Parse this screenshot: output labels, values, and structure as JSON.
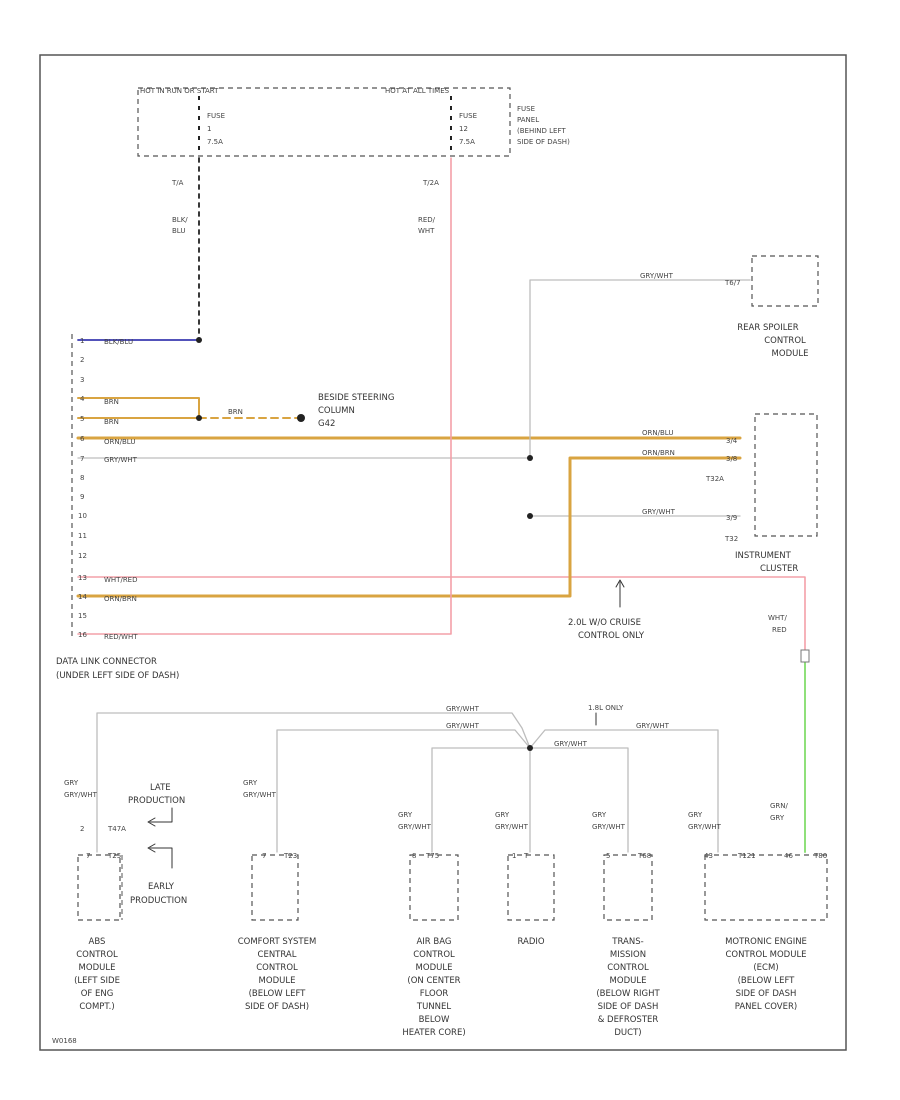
{
  "fuse_panel": {
    "hot_run_start": "HOT IN RUN OR START",
    "hot_at_all_times": "HOT AT ALL TIMES",
    "fuse1": [
      "FUSE",
      "1",
      "7.5A"
    ],
    "fuse2": [
      "FUSE",
      "12",
      "7.5A"
    ],
    "panel_label": [
      "FUSE",
      "PANEL",
      "(BEHIND LEFT",
      "SIDE OF DASH)"
    ],
    "pin_a": "T/A",
    "pin_b": "T/2A",
    "wire_a": [
      "BLK/",
      "BLU"
    ],
    "wire_b": [
      "RED/",
      "WHT"
    ]
  },
  "dlc": {
    "pins": [
      "1",
      "2",
      "3",
      "4",
      "5",
      "6",
      "7",
      "8",
      "9",
      "10",
      "11",
      "12",
      "13",
      "14",
      "15",
      "16"
    ],
    "wire_pin1": "BLK/BLU",
    "wire_pin4": "BRN",
    "wire_pin5": "BRN",
    "wire_pin6": "ORN/BLU",
    "wire_pin7": "GRY/WHT",
    "wire_pin13": "WHT/RED",
    "wire_pin14": "ORN/BRN",
    "wire_pin16": "RED/WHT",
    "label": [
      "DATA LINK CONNECTOR",
      "(UNDER LEFT SIDE OF DASH)"
    ]
  },
  "steering": {
    "wire": "BRN",
    "label": [
      "BESIDE STEERING",
      "COLUMN",
      "G42"
    ]
  },
  "rear_spoiler": {
    "wire": "GRY/WHT",
    "pin": "T6/7",
    "label": [
      "REAR SPOILER",
      "CONTROL",
      "MODULE"
    ]
  },
  "instrument_cluster": {
    "wire1": "ORN/BLU",
    "pin1": "3/4",
    "wire2": "ORN/BRN",
    "pin2": "3/8",
    "conn1": "T32A",
    "wire3": "GRY/WHT",
    "pin3": "3/9",
    "conn2": "T32",
    "label": [
      "INSTRUMENT",
      "CLUSTER"
    ],
    "wire4": [
      "WHT/",
      "RED"
    ],
    "note": [
      "2.0L W/O CRUISE",
      "CONTROL ONLY"
    ]
  },
  "bottom": {
    "note_18l": "1.8L ONLY",
    "bus_wire": "GRY/WHT",
    "grn_wire": [
      "GRN/",
      "GRY"
    ],
    "late": [
      "LATE",
      "PRODUCTION"
    ],
    "early": [
      "EARLY",
      "PRODUCTION"
    ],
    "abs_pin_a": "2",
    "abs_conn_a": "T47A",
    "abs_pin_b": "7",
    "abs_conn_b": "T25",
    "comfort_pin": "7",
    "comfort_conn": "T23",
    "airbag_pin": "8",
    "airbag_conn": "T75",
    "radio_pin": "1",
    "radio_conn": "T",
    "trans_pin": "5",
    "trans_conn": "T68",
    "me_pin1": "43",
    "me_conn1": "T121",
    "me_pin2": "46",
    "me_conn2": "T80",
    "m_abs": [
      "ABS",
      "CONTROL",
      "MODULE",
      "(LEFT SIDE",
      "OF ENG",
      "COMPT.)"
    ],
    "m_comfort": [
      "COMFORT SYSTEM",
      "CENTRAL",
      "CONTROL",
      "MODULE",
      "(BELOW LEFT",
      "SIDE OF DASH)"
    ],
    "m_airbag": [
      "AIR BAG",
      "CONTROL",
      "MODULE",
      "(ON CENTER",
      "FLOOR",
      "TUNNEL",
      "BELOW",
      "HEATER CORE)"
    ],
    "m_radio": [
      "RADIO"
    ],
    "m_trans": [
      "TRANS-",
      "MISSION",
      "CONTROL",
      "MODULE",
      "(BELOW RIGHT",
      "SIDE OF DASH",
      "& DEFROSTER",
      "DUCT)"
    ],
    "m_engine": [
      "MOTRONIC ENGINE",
      "CONTROL MODULE",
      "(ECM)",
      "(BELOW LEFT",
      "SIDE OF DASH",
      "PANEL COVER)"
    ]
  },
  "footer_code": "W0168",
  "colors": {
    "blk_blu": "#3a3ab0",
    "brn": "#d9a441",
    "orn_blu": "#d9a441",
    "gry_wht": "#bdbdbd",
    "red_wht": "#f3a0a8",
    "grn": "#8fe07a",
    "black": "#222222"
  }
}
